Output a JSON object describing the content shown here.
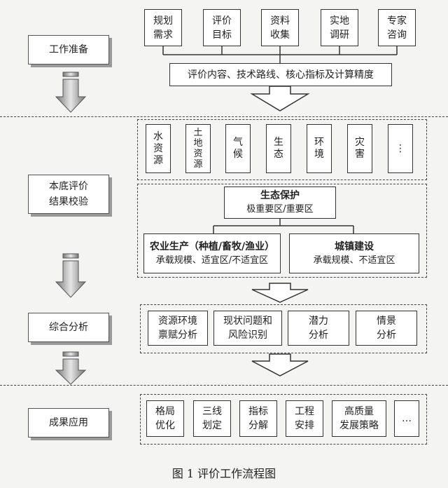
{
  "stages": [
    {
      "label": "工作准备"
    },
    {
      "label": "本底评价\n结果校验"
    },
    {
      "label": "综合分析"
    },
    {
      "label": "成果应用"
    }
  ],
  "prep": {
    "items": [
      "规划\n需求",
      "评价\n目标",
      "资料\n收集",
      "实地\n调研",
      "专家\n咨询"
    ],
    "summary": "评价内容、技术路线、核心指标及计算精度"
  },
  "baseline": {
    "factors": [
      "水\n资\n源",
      "土\n地\n资\n源",
      "气\n候",
      "生\n态",
      "环\n境",
      "灾\n害",
      "⋮"
    ],
    "ecology": {
      "title": "生态保护",
      "sub": "极重要区/重要区"
    },
    "agriculture": {
      "title": "农业生产（种植/畜牧/渔业）",
      "sub": "承载规模、适宜区/不适宜区"
    },
    "urban": {
      "title": "城镇建设",
      "sub": "承载规模、不适宜区"
    }
  },
  "analysis": {
    "items": [
      "资源环境\n禀赋分析",
      "现状问题和\n风险识别",
      "潜力\n分析",
      "情景\n分析"
    ]
  },
  "application": {
    "items": [
      "格局\n优化",
      "三线\n划定",
      "指标\n分解",
      "工程\n安排",
      "高质量\n发展策略",
      "…"
    ]
  },
  "caption": "图 1  评价工作流程图"
}
